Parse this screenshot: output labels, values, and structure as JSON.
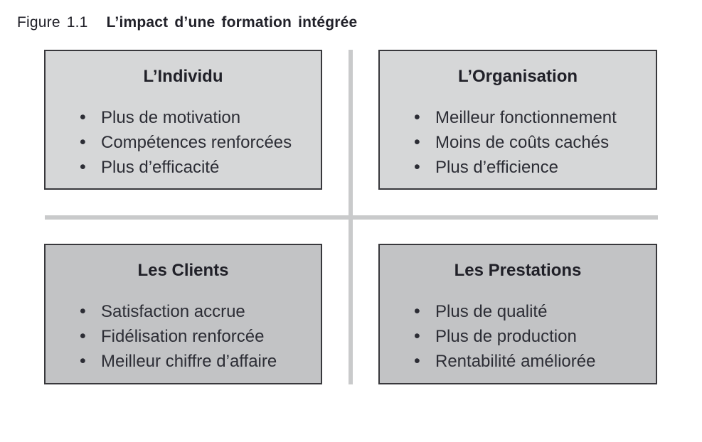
{
  "figure": {
    "label": "Figure 1.1",
    "title": "L’impact d’une formation intégrée"
  },
  "glyphs": {
    "bullet": "•"
  },
  "colors": {
    "top_box_bg": "#d6d7d8",
    "bottom_box_bg": "#c2c3c5",
    "box_border": "#38383c",
    "divider": "#c9cacb",
    "heading_text": "#202028",
    "body_text": "#2c2d35"
  },
  "quadrants": [
    {
      "title": "L’Individu",
      "items": [
        "Plus de motivation",
        "Compétences renforcées",
        "Plus d’efficacité"
      ]
    },
    {
      "title": "L’Organisation",
      "items": [
        "Meilleur fonctionnement",
        "Moins de coûts cachés",
        "Plus d’efficience"
      ]
    },
    {
      "title": "Les Clients",
      "items": [
        "Satisfaction accrue",
        "Fidélisation renforcée",
        "Meilleur chiffre d’affaire"
      ]
    },
    {
      "title": "Les Prestations",
      "items": [
        "Plus de qualité",
        "Plus de production",
        "Rentabilité améliorée"
      ]
    }
  ]
}
